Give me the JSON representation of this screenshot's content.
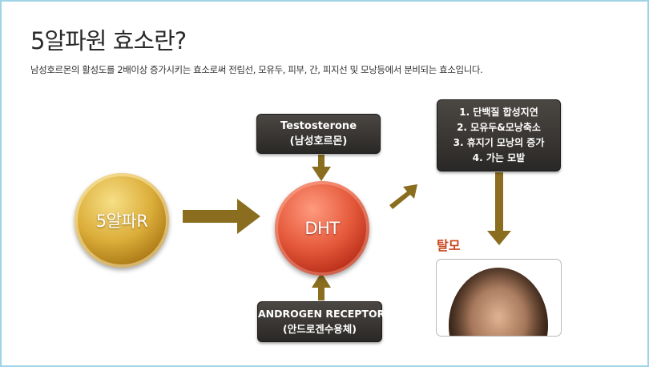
{
  "header": {
    "title": "5알파원 효소란?",
    "subtitle": "남성호르몬의 활성도를 2배이상 증가시키는 효소로써 전립선, 모유두, 피부, 간, 피지선 및 모낭등에서 분비되는 효소입니다."
  },
  "diagram": {
    "source_node": {
      "label": "5알파R"
    },
    "center_node": {
      "label": "DHT"
    },
    "top_input": {
      "line1": "Testosterone",
      "line2": "(남성호르몬)"
    },
    "bottom_input": {
      "line1": "ANDROGEN RECEPTOR",
      "line2": "(안드로겐수용체)"
    },
    "effects": {
      "items": [
        "1. 단백질 합성지연",
        "2. 모유두&모낭축소",
        "3. 휴지기 모낭의 증가",
        "4. 가는 모발"
      ]
    },
    "result_label": "탈모"
  },
  "colors": {
    "arrow": "#8a6d1e",
    "dark_box": "#2f2c29",
    "gold_node": "#d7a93a",
    "red_node": "#e0503a",
    "result_text": "#c9461e",
    "frame_border": "#9fd3e6"
  }
}
